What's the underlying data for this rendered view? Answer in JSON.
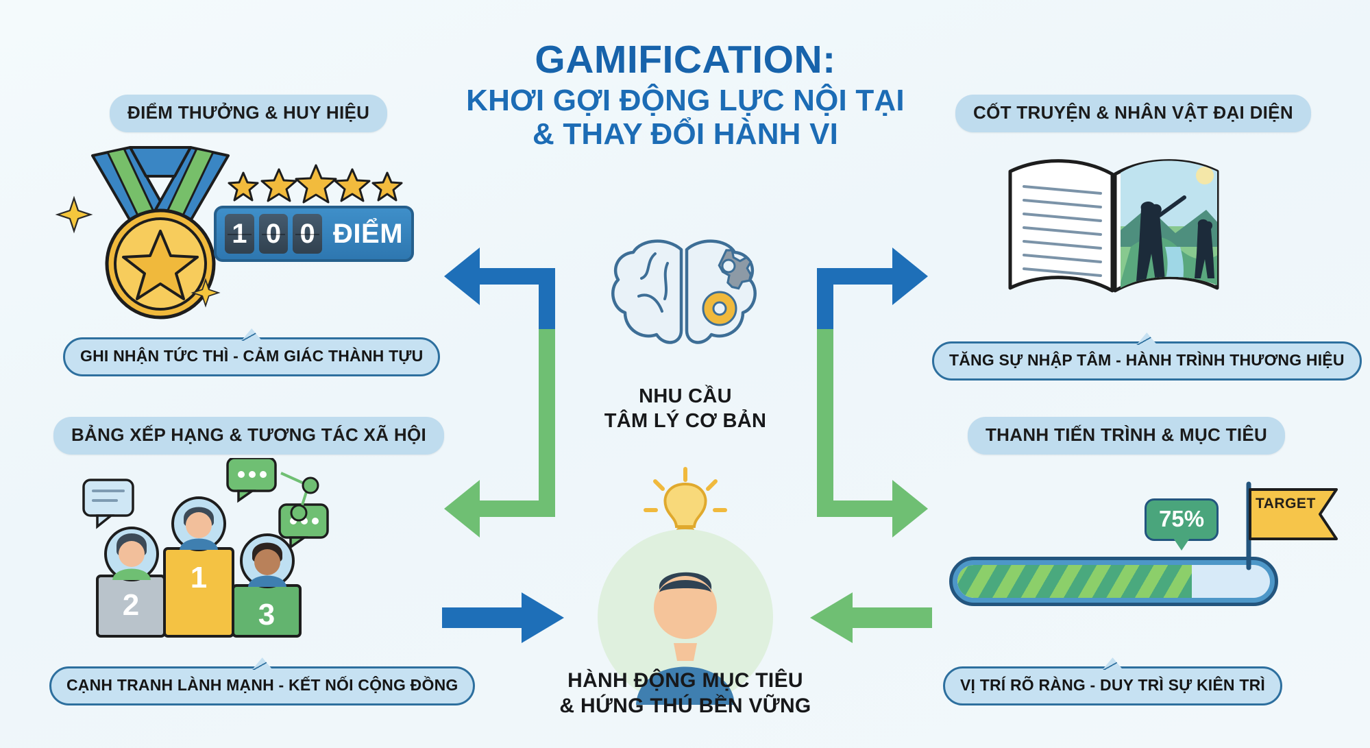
{
  "title": {
    "main": "GAMIFICATION:",
    "line2": "KHƠI GỢI ĐỘNG LỰC NỘI TẠI",
    "line3": "& THAY ĐỔI HÀNH VI",
    "color": "#1763ab"
  },
  "center": {
    "need_line1": "NHU CẦU",
    "need_line2": "TÂM LÝ CƠ BẢN",
    "action_line1": "HÀNH ĐỘNG MỤC TIÊU",
    "action_line2": "& HỨNG THÚ BỀN VỮNG",
    "brain_icon": "brain-gear-icon",
    "bulb_icon": "lightbulb-icon",
    "person_icon": "person-avatar-icon"
  },
  "quadrants": [
    {
      "id": "rewards",
      "pill": "ĐIỂM THƯỞNG & HUY HIỆU",
      "caption": "GHI NHẬN TỨC THÌ - CẢM GIÁC THÀNH TỰU",
      "icon": "medal-icon",
      "counter": {
        "digits": [
          "1",
          "0",
          "0"
        ],
        "unit": "ĐIỂM"
      },
      "stars": 5
    },
    {
      "id": "story",
      "pill": "CỐT TRUYỆN & NHÂN VẬT ĐẠI DIỆN",
      "caption": "TĂNG SỰ NHẬP TÂM - HÀNH TRÌNH THƯƠNG HIỆU",
      "icon": "open-book-icon"
    },
    {
      "id": "leaderboard",
      "pill": "BẢNG XẾP HẠNG & TƯƠNG TÁC XÃ HỘI",
      "caption": "CẠNH TRANH LÀNH MẠNH - KẾT NỐI CỘNG ĐỒNG",
      "icon": "podium-icon",
      "podium": [
        "2",
        "1",
        "3"
      ]
    },
    {
      "id": "progress",
      "pill": "THANH TIẾN TRÌNH & MỤC TIÊU",
      "caption": "VỊ TRÍ RÕ RÀNG - DUY TRÌ SỰ KIÊN TRÌ",
      "icon": "progress-bar-icon",
      "percent_label": "75%",
      "percent_value": 75,
      "target_label": "TARGET"
    }
  ],
  "colors": {
    "background": "#f2f8fb",
    "brand_blue": "#1763ab",
    "pill_blue": "#bfdcee",
    "caption_blue": "#c6e1f2",
    "caption_border": "#2d6f9e",
    "green": "#6fbf73",
    "arrow_blue": "#1e6fb8",
    "gold": "#f3b731"
  }
}
